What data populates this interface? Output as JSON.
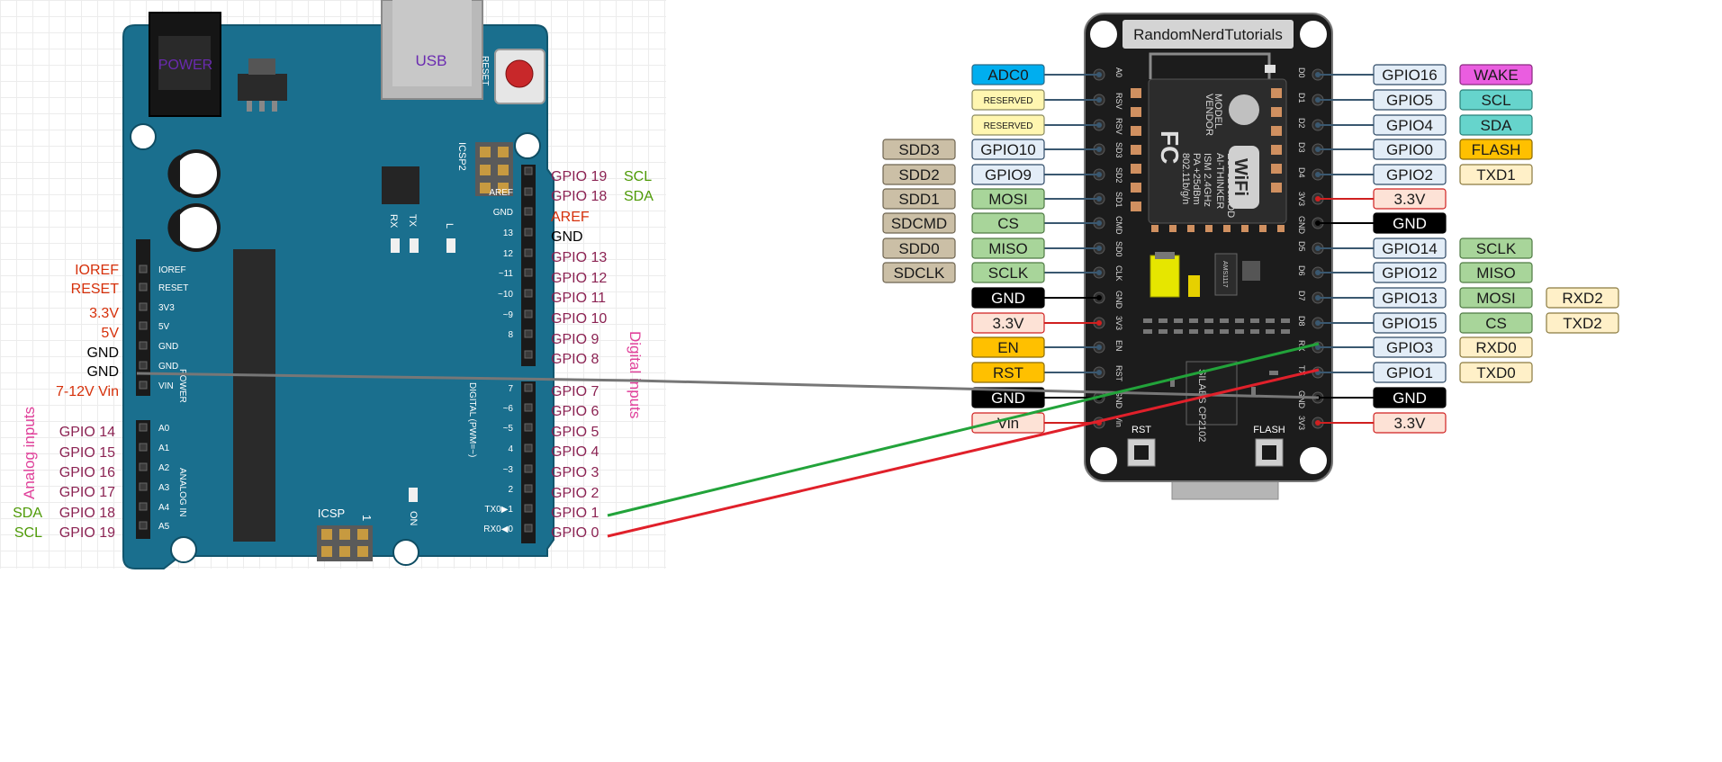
{
  "colors": {
    "board_teal": "#1a6f8e",
    "board_dark": "#1e1e1e",
    "gpio_purple": "#8b2252",
    "i2c_green": "#4e9a06",
    "power_red": "#d6300a",
    "pink": "#e0409a",
    "wire_green": "#22a33a",
    "wire_red": "#e0202a",
    "wire_gray": "#777777"
  },
  "arduino": {
    "power_jack": "POWER",
    "usb": "USB",
    "reset": "RESET",
    "icsp2": "ICSP2",
    "icsp": "ICSP",
    "icsp_pin": "1",
    "led_rx": "RX",
    "led_tx": "TX",
    "led_l": "L",
    "led_on": "ON",
    "section_power": "POWER",
    "section_analog": "ANALOG IN",
    "section_digital": "DIGITAL (PWM=~)",
    "power_pins": [
      "IOREF",
      "RESET",
      "3V3",
      "5V",
      "GND",
      "GND",
      "VIN"
    ],
    "analog_pins": [
      "A0",
      "A1",
      "A2",
      "A3",
      "A4",
      "A5"
    ],
    "top_header": [
      "",
      "AREF",
      "GND",
      "13",
      "12",
      "~11",
      "~10",
      "~9",
      "8"
    ],
    "bottom_header": [
      "7",
      "~6",
      "~5",
      "4",
      "~3",
      "2",
      "TX0▶1",
      "RX0◀0"
    ]
  },
  "labels": {
    "left_power": [
      "IOREF",
      "RESET",
      "3.3V",
      "5V",
      "GND",
      "GND",
      "7-12V Vin"
    ],
    "analog_vertical": "Analog inputs",
    "analog_gpio": [
      "GPIO 14",
      "GPIO 15",
      "GPIO 16",
      "GPIO 17",
      "GPIO 18",
      "GPIO 19"
    ],
    "analog_i2c": [
      "SDA",
      "SCL"
    ],
    "right_top": [
      "GPIO 19",
      "GPIO 18",
      "AREF",
      "GND",
      "GPIO 13",
      "GPIO 12",
      "GPIO 11",
      "GPIO 10",
      "GPIO 9",
      "GPIO 8"
    ],
    "right_top_i2c": [
      "SCL",
      "SDA"
    ],
    "right_bottom": [
      "GPIO 7",
      "GPIO 6",
      "GPIO 5",
      "GPIO 4",
      "GPIO 3",
      "GPIO 2",
      "GPIO 1",
      "GPIO 0"
    ],
    "digital_vertical": "Digital inputs"
  },
  "esp": {
    "brand": "RandomNerdTutorials",
    "module_lines": [
      "MODEL",
      "VENDOR",
      "ESP8266MOD",
      "AI-THINKER",
      "ISM 2.4GHz",
      "PA +25dBm",
      "802.11b/g/n"
    ],
    "wifi": "WiFi",
    "fcc": "FC",
    "reg_chip": "AMS1117",
    "usb_chip": "SILABS CP2102",
    "btn_rst": "RST",
    "btn_flash": "FLASH",
    "left_silk": [
      "A0",
      "RSV",
      "RSV",
      "SD3",
      "SD2",
      "SD1",
      "CMD",
      "SD0",
      "CLK",
      "GND",
      "3V3",
      "EN",
      "RST",
      "GND",
      "Vin"
    ],
    "right_silk": [
      "D0",
      "D1",
      "D2",
      "D3",
      "D4",
      "3V3",
      "GND",
      "D5",
      "D6",
      "D7",
      "D8",
      "RX",
      "TX",
      "GND",
      "3V3"
    ],
    "left_pins": [
      {
        "labels": [
          "ADC0"
        ],
        "kinds": [
          "adc"
        ]
      },
      {
        "labels": [
          "RESERVED"
        ],
        "kinds": [
          "reserved"
        ]
      },
      {
        "labels": [
          "RESERVED"
        ],
        "kinds": [
          "reserved"
        ]
      },
      {
        "labels": [
          "GPIO10",
          "SDD3"
        ],
        "kinds": [
          "gpio",
          "sd"
        ]
      },
      {
        "labels": [
          "GPIO9",
          "SDD2"
        ],
        "kinds": [
          "gpio",
          "sd"
        ]
      },
      {
        "labels": [
          "MOSI",
          "SDD1"
        ],
        "kinds": [
          "spi",
          "sd"
        ]
      },
      {
        "labels": [
          "CS",
          "SDCMD"
        ],
        "kinds": [
          "spi",
          "sd"
        ]
      },
      {
        "labels": [
          "MISO",
          "SDD0"
        ],
        "kinds": [
          "spi",
          "sd"
        ]
      },
      {
        "labels": [
          "SCLK",
          "SDCLK"
        ],
        "kinds": [
          "spi",
          "sd"
        ]
      },
      {
        "labels": [
          "GND"
        ],
        "kinds": [
          "gnd"
        ]
      },
      {
        "labels": [
          "3.3V"
        ],
        "kinds": [
          "pwr"
        ]
      },
      {
        "labels": [
          "EN"
        ],
        "kinds": [
          "ctrl"
        ]
      },
      {
        "labels": [
          "RST"
        ],
        "kinds": [
          "ctrl"
        ]
      },
      {
        "labels": [
          "GND"
        ],
        "kinds": [
          "gnd"
        ]
      },
      {
        "labels": [
          "Vin"
        ],
        "kinds": [
          "pwr"
        ]
      }
    ],
    "right_pins": [
      {
        "labels": [
          "GPIO16",
          "WAKE"
        ],
        "kinds": [
          "gpio",
          "wake"
        ]
      },
      {
        "labels": [
          "GPIO5",
          "SCL"
        ],
        "kinds": [
          "gpio",
          "i2c"
        ]
      },
      {
        "labels": [
          "GPIO4",
          "SDA"
        ],
        "kinds": [
          "gpio",
          "i2c"
        ]
      },
      {
        "labels": [
          "GPIO0",
          "FLASH"
        ],
        "kinds": [
          "gpio",
          "ctrl"
        ]
      },
      {
        "labels": [
          "GPIO2",
          "TXD1"
        ],
        "kinds": [
          "gpio",
          "uart"
        ]
      },
      {
        "labels": [
          "3.3V"
        ],
        "kinds": [
          "pwr"
        ]
      },
      {
        "labels": [
          "GND"
        ],
        "kinds": [
          "gnd"
        ]
      },
      {
        "labels": [
          "GPIO14",
          "SCLK"
        ],
        "kinds": [
          "gpio",
          "spi"
        ]
      },
      {
        "labels": [
          "GPIO12",
          "MISO"
        ],
        "kinds": [
          "gpio",
          "spi"
        ]
      },
      {
        "labels": [
          "GPIO13",
          "MOSI",
          "RXD2"
        ],
        "kinds": [
          "gpio",
          "spi",
          "uart"
        ]
      },
      {
        "labels": [
          "GPIO15",
          "CS",
          "TXD2"
        ],
        "kinds": [
          "gpio",
          "spi",
          "uart"
        ]
      },
      {
        "labels": [
          "GPIO3",
          "RXD0"
        ],
        "kinds": [
          "gpio",
          "uart"
        ]
      },
      {
        "labels": [
          "GPIO1",
          "TXD0"
        ],
        "kinds": [
          "gpio",
          "uart"
        ]
      },
      {
        "labels": [
          "GND"
        ],
        "kinds": [
          "gnd"
        ]
      },
      {
        "labels": [
          "3.3V"
        ],
        "kinds": [
          "pwr"
        ]
      }
    ]
  },
  "label_kinds": {
    "adc": {
      "fill": "#00aeef",
      "text": "#1a1a1a",
      "stroke": "#2a6a88"
    },
    "reserved": {
      "fill": "#fff6b0",
      "text": "#1a1a1a",
      "stroke": "#8a8a60"
    },
    "gpio": {
      "fill": "#e3edf7",
      "text": "#1a1a1a",
      "stroke": "#2e4a66"
    },
    "sd": {
      "fill": "#cbbfa6",
      "text": "#1a1a1a",
      "stroke": "#6e6450"
    },
    "spi": {
      "fill": "#a8d59a",
      "text": "#1a1a1a",
      "stroke": "#4f7a44"
    },
    "gnd": {
      "fill": "#000000",
      "text": "#ffffff",
      "stroke": "#000000"
    },
    "pwr": {
      "fill": "#fde2d6",
      "text": "#1a1a1a",
      "stroke": "#d02020"
    },
    "ctrl": {
      "fill": "#ffc000",
      "text": "#1a1a1a",
      "stroke": "#8a6a00"
    },
    "wake": {
      "fill": "#ea5de0",
      "text": "#1a1a1a",
      "stroke": "#8a2a80"
    },
    "i2c": {
      "fill": "#66d4cc",
      "text": "#1a1a1a",
      "stroke": "#2a8078"
    },
    "uart": {
      "fill": "#fff0c8",
      "text": "#1a1a1a",
      "stroke": "#8a7a40"
    }
  }
}
